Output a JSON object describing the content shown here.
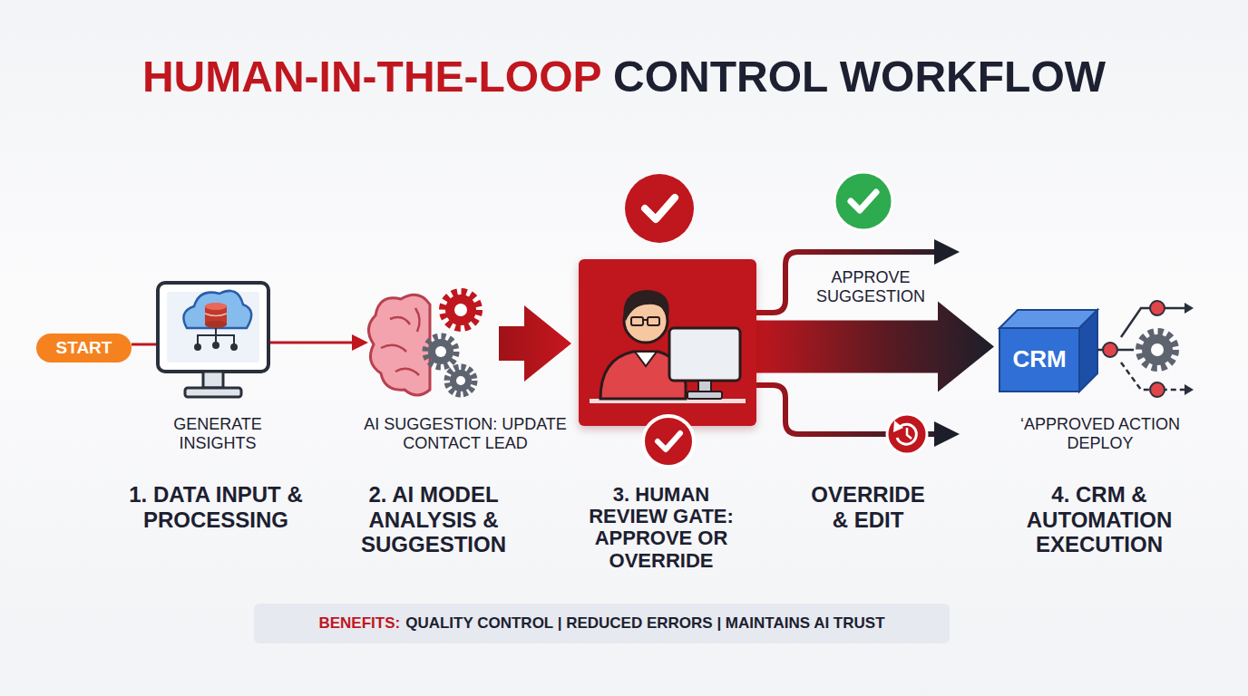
{
  "diagram": {
    "title": "HUMAN-IN-THE-LOOP CONTROL WORKFLOW",
    "nodes": [
      {
        "text": [
          "START"
        ]
      },
      {
        "text": [
          "GENERATE INSIGHTS",
          "1. DATA INPUT & PROCESSING"
        ]
      },
      {
        "text": [
          "AI SUGGESTION: UPDATE CONTACT LEAD",
          "2. AI MODEL ANALYSIS & SUGGESTION"
        ]
      },
      {
        "text": [
          "3. HUMAN REVIEW GATE: APPROVE OR OVERRIDE"
        ]
      },
      {
        "text": [
          "CRM",
          "‘APPROVED ACTION DEPLOY",
          "4. CRM & AUTOMATION EXECUTION"
        ]
      },
      {
        "text": [
          "BENEFITS:",
          "QUALITY CONTROL | REDUCED ERRORS | MAINTAINS AI TRUST"
        ]
      }
    ],
    "edges": [
      {
        "from": 0,
        "to": 1,
        "arrow": "none"
      },
      {
        "from": 1,
        "to": 2,
        "arrow": "to"
      },
      {
        "from": 2,
        "to": 3,
        "arrow": "to"
      },
      {
        "from": 3,
        "to": 4,
        "arrow": "to"
      }
    ],
    "labels": [
      "APPROVE SUGGESTION",
      "OVERRIDE & EDIT"
    ]
  }
}
